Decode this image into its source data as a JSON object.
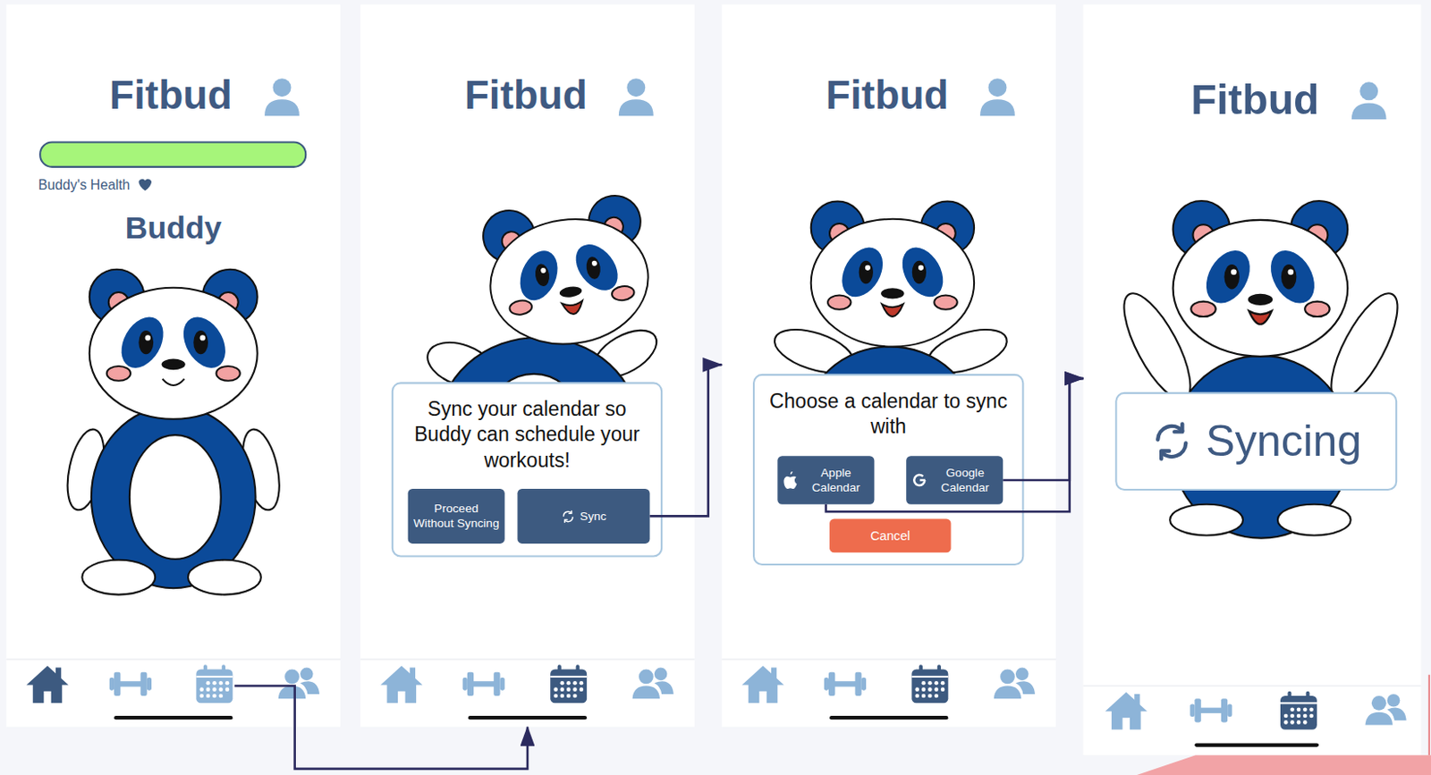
{
  "diagram": {
    "nodes": [
      {
        "text": [
          "Fitbud",
          "Buddy's Health",
          "Buddy"
        ]
      },
      {
        "text": [
          "Fitbud"
        ]
      },
      {
        "text": [
          "Sync your calendar so Buddy can schedule your workouts!"
        ],
        "in": 1
      },
      {
        "text": [
          "Proceed Without Syncing"
        ],
        "in": 2
      },
      {
        "text": [
          "Sync"
        ],
        "in": 2
      },
      {
        "text": [
          "Fitbud"
        ]
      },
      {
        "text": [
          "Choose a calendar to sync with"
        ],
        "in": 5
      },
      {
        "text": [
          "Apple Calendar"
        ],
        "in": 6
      },
      {
        "text": [
          "Google Calendar"
        ],
        "in": 6
      },
      {
        "text": [
          "Cancel"
        ],
        "in": 6
      },
      {
        "text": [
          "Fitbud"
        ]
      },
      {
        "text": [
          "Syncing"
        ],
        "in": 10
      }
    ],
    "edges": [
      {
        "from": 0,
        "to": 1,
        "arrow": "to"
      },
      {
        "from": 4,
        "to": 5,
        "arrow": "to"
      },
      {
        "from": 7,
        "to": 10,
        "arrow": "to"
      },
      {
        "from": 8,
        "to": 10,
        "arrow": "to"
      }
    ]
  }
}
